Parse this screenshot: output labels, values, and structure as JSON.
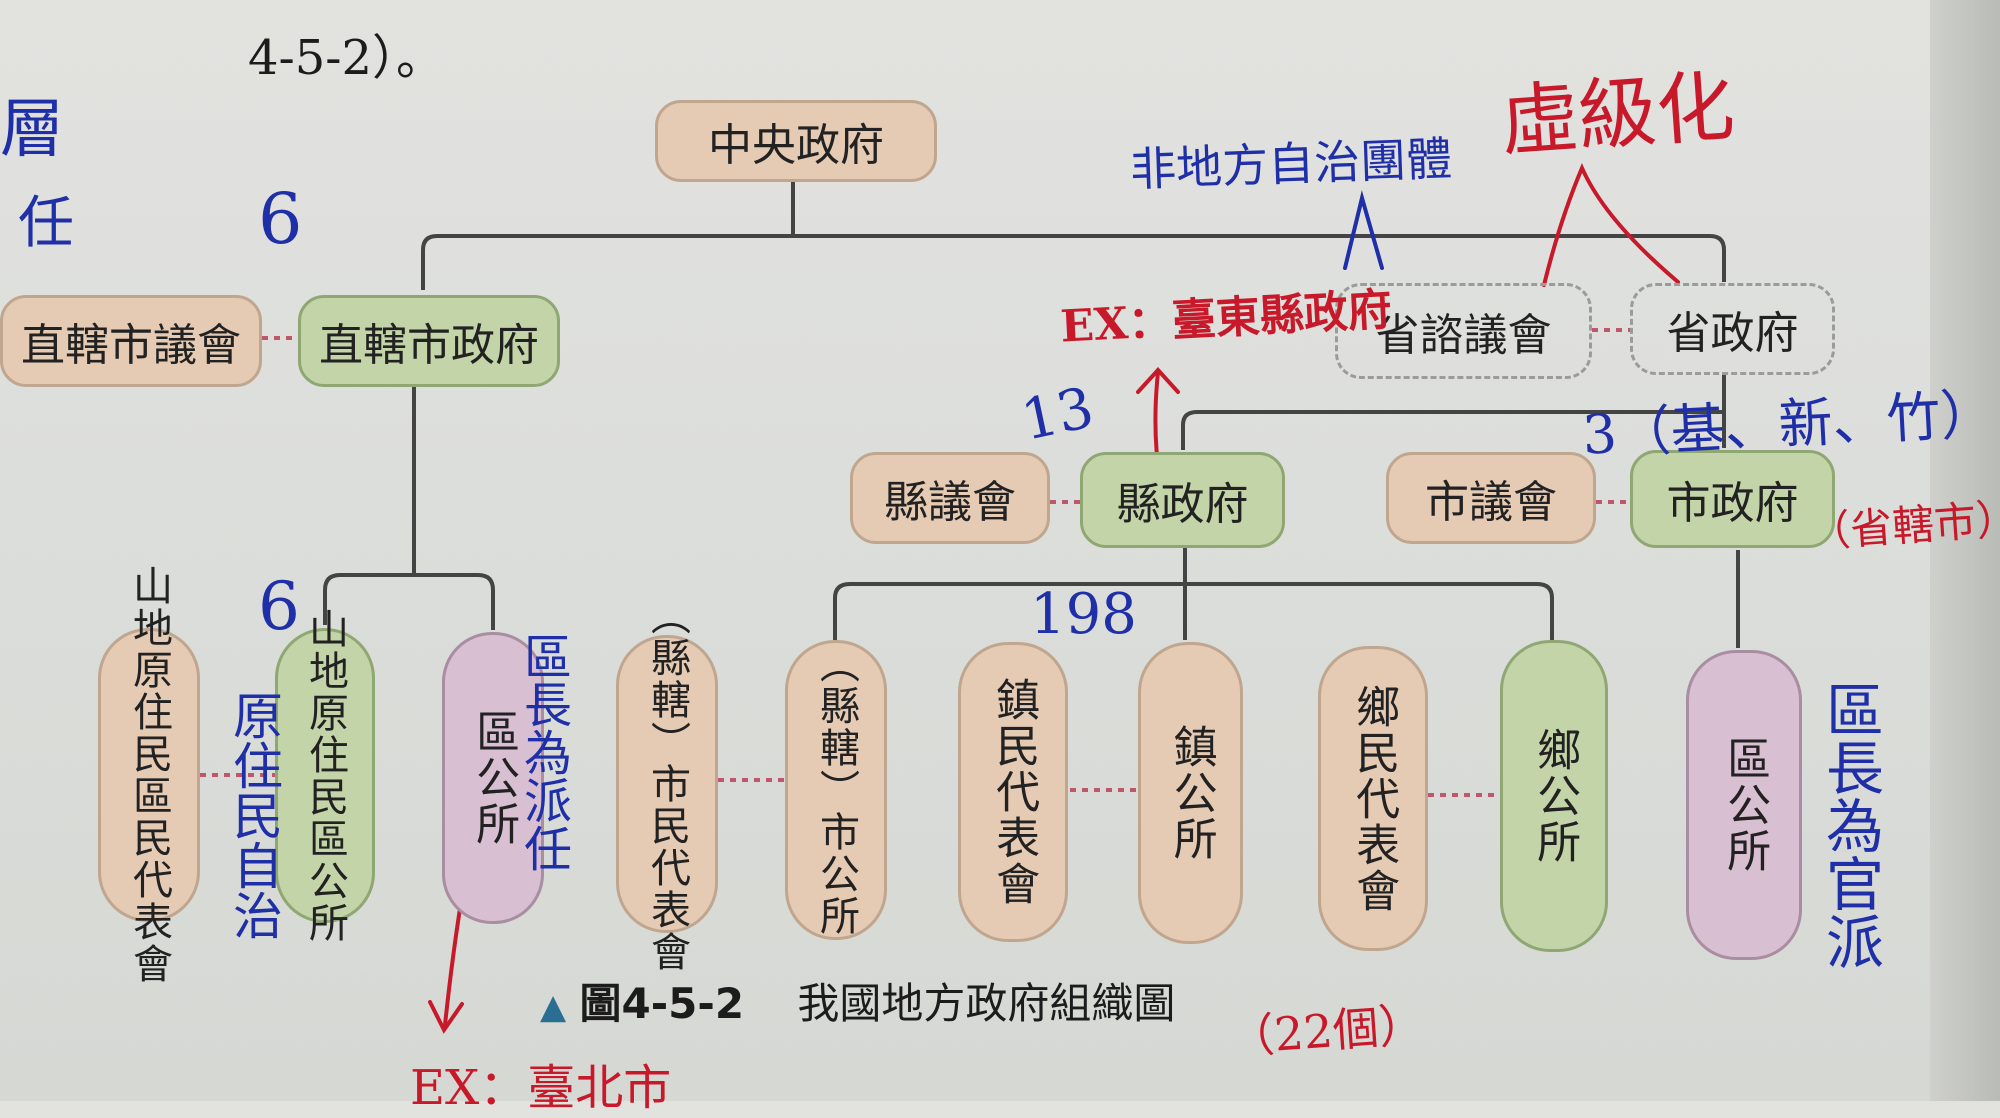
{
  "header_fragment": "4-5-2）。",
  "boxes": {
    "central": "中央政府",
    "municipal_council": "直轄市議會",
    "municipal_gov": "直轄市政府",
    "prov_council": "省諮議會",
    "prov_gov": "省政府",
    "county_council": "縣議會",
    "county_gov": "縣政府",
    "city_council": "市議會",
    "city_gov": "市政府",
    "mtn_council": "山地原住民區民代表會",
    "mtn_office": "山地原住民區公所",
    "district_office_a": "區公所",
    "county_city_council": "（縣轄）市民代表會",
    "county_city_office": "（縣轄）市公所",
    "town_council": "鎮民代表會",
    "town_office": "鎮公所",
    "township_council": "鄉民代表會",
    "township_office": "鄉公所",
    "district_office_b": "區公所"
  },
  "caption": {
    "marker": "▲",
    "label": "圖4-5-2",
    "title": "我國地方政府組織圖"
  },
  "annotations": {
    "num_6_top": "6",
    "num_6_mid": "6",
    "num_13": "13",
    "num_198": "198",
    "non_autonomous": "非地方自治團體",
    "virtualized": "虛級化",
    "example": "EX：臺東縣政府",
    "provincial_city": "（省轄市）",
    "three_cities": "3（基、新、竹）",
    "mtn_note": "原住民自治",
    "district_head_left": "區長為派任",
    "district_head_right": "區長為官派",
    "count_22": "（22個）",
    "left_margin_top": "層",
    "left_margin_bottom": "任",
    "bottom_fragment": "EX：臺北市"
  },
  "colors": {
    "tan": "#e5cab4",
    "green": "#c3d4a8",
    "purple": "#d9bfd2",
    "connector": "#444444",
    "dotted_link": "#c0566a",
    "ink_blue": "#1f2fa8",
    "ink_red": "#c8192a"
  }
}
